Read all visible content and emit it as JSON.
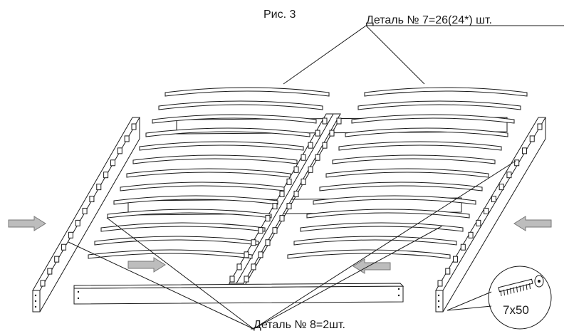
{
  "figure_label": "Рис. 3",
  "part7_label": "Деталь № 7=26(24*) шт.",
  "part8_label": "Деталь № 8=2шт.",
  "screw_size": "7x50",
  "colors": {
    "line": "#1a1a1a",
    "arrow_fill": "#bdbdbd",
    "arrow_stroke": "#777777",
    "background": "#ffffff"
  },
  "icons": [
    "slat",
    "side-rail",
    "center-beam",
    "slat-holder",
    "direction-arrow",
    "screw-icon"
  ]
}
